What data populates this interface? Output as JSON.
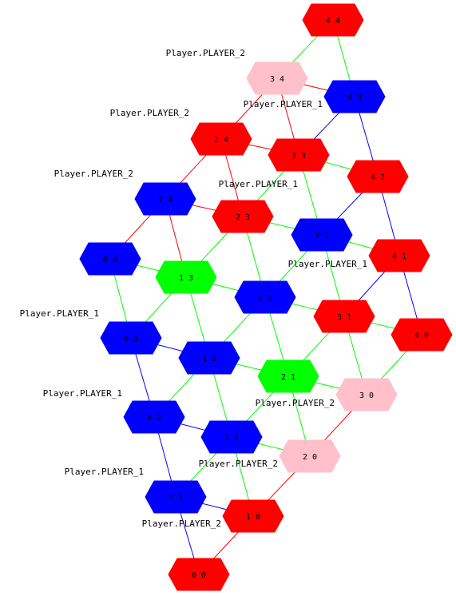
{
  "colors": {
    "red": "#ff0000",
    "blue": "#0000ff",
    "green": "#00ff00",
    "pink": "#ffc0cb"
  },
  "nodes": [
    {
      "id": "44",
      "label": "4 4",
      "color": "red"
    },
    {
      "id": "34",
      "label": "3 4",
      "color": "pink"
    },
    {
      "id": "43",
      "label": "4 3",
      "color": "blue"
    },
    {
      "id": "24",
      "label": "2 4",
      "color": "red"
    },
    {
      "id": "33",
      "label": "3 3",
      "color": "red"
    },
    {
      "id": "42",
      "label": "4 2",
      "color": "red"
    },
    {
      "id": "14",
      "label": "1 4",
      "color": "blue"
    },
    {
      "id": "23",
      "label": "2 3",
      "color": "red"
    },
    {
      "id": "32",
      "label": "3 2",
      "color": "blue"
    },
    {
      "id": "41",
      "label": "4 1",
      "color": "red"
    },
    {
      "id": "04",
      "label": "0 4",
      "color": "blue"
    },
    {
      "id": "13",
      "label": "1 3",
      "color": "green"
    },
    {
      "id": "22",
      "label": "2 2",
      "color": "blue"
    },
    {
      "id": "31",
      "label": "3 1",
      "color": "red"
    },
    {
      "id": "40",
      "label": "4 0",
      "color": "red"
    },
    {
      "id": "03",
      "label": "0 3",
      "color": "blue"
    },
    {
      "id": "12",
      "label": "1 2",
      "color": "blue"
    },
    {
      "id": "21",
      "label": "2 1",
      "color": "green"
    },
    {
      "id": "30",
      "label": "3 0",
      "color": "pink"
    },
    {
      "id": "02",
      "label": "0 2",
      "color": "blue"
    },
    {
      "id": "11",
      "label": "1 1",
      "color": "blue"
    },
    {
      "id": "20",
      "label": "2 0",
      "color": "pink"
    },
    {
      "id": "01",
      "label": "0 1",
      "color": "blue"
    },
    {
      "id": "10",
      "label": "1 0",
      "color": "red"
    },
    {
      "id": "00",
      "label": "0 0",
      "color": "red"
    }
  ],
  "edges": [
    {
      "from": "44",
      "to": "34",
      "color": "green"
    },
    {
      "from": "44",
      "to": "43",
      "color": "green"
    },
    {
      "from": "34",
      "to": "24",
      "color": "red"
    },
    {
      "from": "34",
      "to": "33",
      "color": "red"
    },
    {
      "from": "34",
      "to": "43",
      "color": "red"
    },
    {
      "from": "43",
      "to": "33",
      "color": "blue"
    },
    {
      "from": "43",
      "to": "42",
      "color": "blue"
    },
    {
      "from": "24",
      "to": "14",
      "color": "red"
    },
    {
      "from": "24",
      "to": "23",
      "color": "red"
    },
    {
      "from": "24",
      "to": "33",
      "color": "red"
    },
    {
      "from": "33",
      "to": "23",
      "color": "green"
    },
    {
      "from": "33",
      "to": "32",
      "color": "green"
    },
    {
      "from": "33",
      "to": "42",
      "color": "green"
    },
    {
      "from": "42",
      "to": "32",
      "color": "blue"
    },
    {
      "from": "42",
      "to": "41",
      "color": "blue"
    },
    {
      "from": "14",
      "to": "04",
      "color": "red"
    },
    {
      "from": "14",
      "to": "13",
      "color": "red"
    },
    {
      "from": "14",
      "to": "23",
      "color": "red"
    },
    {
      "from": "23",
      "to": "13",
      "color": "green"
    },
    {
      "from": "23",
      "to": "22",
      "color": "green"
    },
    {
      "from": "23",
      "to": "32",
      "color": "green"
    },
    {
      "from": "32",
      "to": "22",
      "color": "green"
    },
    {
      "from": "32",
      "to": "31",
      "color": "green"
    },
    {
      "from": "32",
      "to": "41",
      "color": "green"
    },
    {
      "from": "41",
      "to": "31",
      "color": "blue"
    },
    {
      "from": "41",
      "to": "40",
      "color": "blue"
    },
    {
      "from": "04",
      "to": "03",
      "color": "green"
    },
    {
      "from": "04",
      "to": "13",
      "color": "green"
    },
    {
      "from": "13",
      "to": "03",
      "color": "green"
    },
    {
      "from": "13",
      "to": "12",
      "color": "green"
    },
    {
      "from": "13",
      "to": "22",
      "color": "green"
    },
    {
      "from": "22",
      "to": "12",
      "color": "green"
    },
    {
      "from": "22",
      "to": "21",
      "color": "green"
    },
    {
      "from": "22",
      "to": "31",
      "color": "green"
    },
    {
      "from": "31",
      "to": "21",
      "color": "green"
    },
    {
      "from": "31",
      "to": "30",
      "color": "green"
    },
    {
      "from": "31",
      "to": "40",
      "color": "green"
    },
    {
      "from": "40",
      "to": "30",
      "color": "green"
    },
    {
      "from": "03",
      "to": "02",
      "color": "blue"
    },
    {
      "from": "03",
      "to": "12",
      "color": "blue"
    },
    {
      "from": "12",
      "to": "02",
      "color": "green"
    },
    {
      "from": "12",
      "to": "11",
      "color": "green"
    },
    {
      "from": "12",
      "to": "21",
      "color": "green"
    },
    {
      "from": "21",
      "to": "11",
      "color": "green"
    },
    {
      "from": "21",
      "to": "20",
      "color": "green"
    },
    {
      "from": "21",
      "to": "30",
      "color": "green"
    },
    {
      "from": "30",
      "to": "20",
      "color": "red"
    },
    {
      "from": "02",
      "to": "01",
      "color": "blue"
    },
    {
      "from": "02",
      "to": "11",
      "color": "blue"
    },
    {
      "from": "11",
      "to": "01",
      "color": "green"
    },
    {
      "from": "11",
      "to": "10",
      "color": "green"
    },
    {
      "from": "11",
      "to": "20",
      "color": "green"
    },
    {
      "from": "20",
      "to": "10",
      "color": "red"
    },
    {
      "from": "01",
      "to": "00",
      "color": "blue"
    },
    {
      "from": "01",
      "to": "10",
      "color": "blue"
    },
    {
      "from": "10",
      "to": "00",
      "color": "red"
    }
  ],
  "player_labels": [
    {
      "text": "Player.PLAYER_2",
      "anchor": "34"
    },
    {
      "text": "Player.PLAYER_1",
      "anchor": "43"
    },
    {
      "text": "Player.PLAYER_2",
      "anchor": "24"
    },
    {
      "text": "Player.PLAYER_2",
      "anchor": "14"
    },
    {
      "text": "Player.PLAYER_1",
      "anchor": "32"
    },
    {
      "text": "Player.PLAYER_1",
      "anchor": "41"
    },
    {
      "text": "Player.PLAYER_1",
      "anchor": "03"
    },
    {
      "text": "Player.PLAYER_1",
      "anchor": "02"
    },
    {
      "text": "Player.PLAYER_2",
      "anchor": "30"
    },
    {
      "text": "Player.PLAYER_2",
      "anchor": "20"
    },
    {
      "text": "Player.PLAYER_1",
      "anchor": "01"
    },
    {
      "text": "Player.PLAYER_2",
      "anchor": "10"
    }
  ]
}
